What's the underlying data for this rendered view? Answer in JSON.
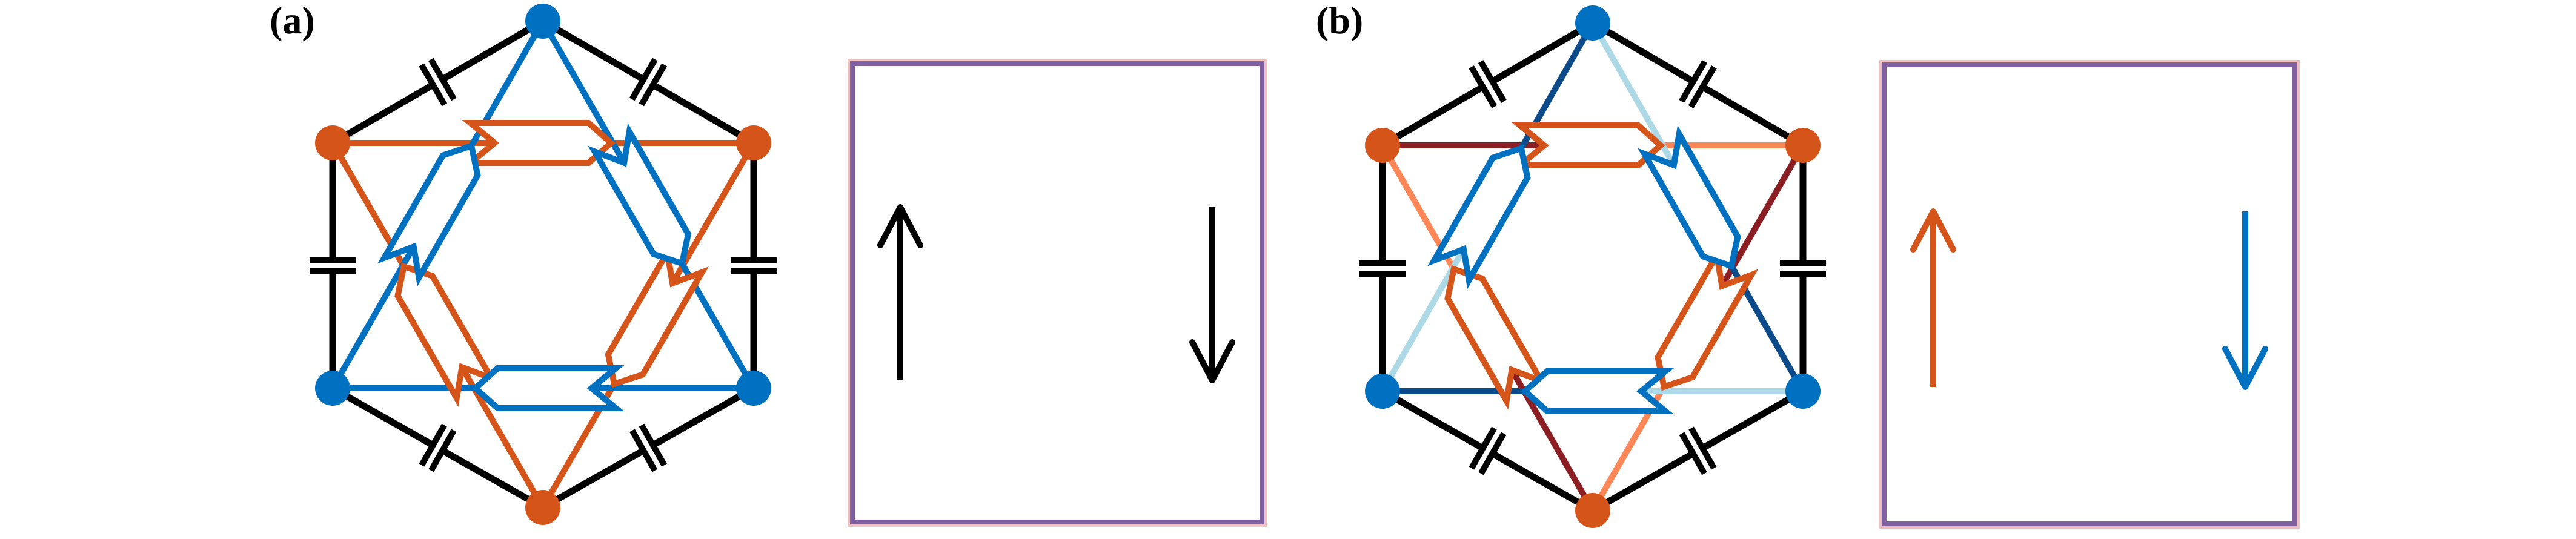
{
  "colors": {
    "orange": "#D5541A",
    "blue": "#0070C0",
    "black": "#000000",
    "dark_red": "#8B1E22",
    "light_orange": "#FF8657",
    "dark_blue": "#0D4A8A",
    "light_blue": "#ADD8E6",
    "box_border": "#8060A0",
    "box_glow": "#F0C0C0"
  },
  "panels": [
    {
      "id": "a",
      "label": "(a)",
      "lattice": {
        "nodes": [
          {
            "name": "top",
            "color": "blue"
          },
          {
            "name": "upper-right",
            "color": "orange"
          },
          {
            "name": "lower-right",
            "color": "blue"
          },
          {
            "name": "bottom",
            "color": "orange"
          },
          {
            "name": "lower-left",
            "color": "blue"
          },
          {
            "name": "upper-left",
            "color": "orange"
          }
        ],
        "hexagon_edges": "capacitor",
        "triangle_orange": {
          "edges": [
            {
              "from": "upper-left",
              "to": "upper-right",
              "color": "orange",
              "color_from": "orange",
              "color_to": "orange"
            },
            {
              "from": "upper-right",
              "to": "bottom",
              "color": "orange",
              "color_from": "orange",
              "color_to": "orange"
            },
            {
              "from": "bottom",
              "to": "upper-left",
              "color": "orange",
              "color_from": "orange",
              "color_to": "orange"
            }
          ],
          "arrow_direction": "clockwise"
        },
        "triangle_blue": {
          "edges": [
            {
              "from": "lower-right",
              "to": "lower-left",
              "color": "blue",
              "color_from": "blue",
              "color_to": "blue"
            },
            {
              "from": "lower-left",
              "to": "top",
              "color": "blue",
              "color_from": "blue",
              "color_to": "blue"
            },
            {
              "from": "top",
              "to": "lower-right",
              "color": "blue",
              "color_from": "blue",
              "color_to": "blue"
            }
          ],
          "arrow_direction": "counterclockwise"
        }
      },
      "edge_modes": [
        {
          "direction": "up",
          "color": "black"
        },
        {
          "direction": "down",
          "color": "black"
        }
      ]
    },
    {
      "id": "b",
      "label": "(b)",
      "lattice": {
        "nodes": [
          {
            "name": "top",
            "color": "blue"
          },
          {
            "name": "upper-right",
            "color": "orange"
          },
          {
            "name": "lower-right",
            "color": "blue"
          },
          {
            "name": "bottom",
            "color": "orange"
          },
          {
            "name": "lower-left",
            "color": "blue"
          },
          {
            "name": "upper-left",
            "color": "orange"
          }
        ],
        "hexagon_edges": "capacitor",
        "triangle_orange": {
          "edges": [
            {
              "from": "upper-left",
              "to": "upper-right",
              "color_from": "dark_red",
              "color_to": "light_orange"
            },
            {
              "from": "upper-right",
              "to": "bottom",
              "color_from": "dark_red",
              "color_to": "light_orange"
            },
            {
              "from": "bottom",
              "to": "upper-left",
              "color_from": "dark_red",
              "color_to": "light_orange"
            }
          ],
          "arrow_direction": "clockwise"
        },
        "triangle_blue": {
          "edges": [
            {
              "from": "lower-right",
              "to": "lower-left",
              "color_from": "light_blue",
              "color_to": "dark_blue"
            },
            {
              "from": "lower-left",
              "to": "top",
              "color_from": "light_blue",
              "color_to": "dark_blue"
            },
            {
              "from": "top",
              "to": "lower-right",
              "color_from": "light_blue",
              "color_to": "dark_blue"
            }
          ],
          "arrow_direction": "counterclockwise"
        }
      },
      "edge_modes": [
        {
          "direction": "up",
          "color": "orange"
        },
        {
          "direction": "down",
          "color": "blue"
        }
      ]
    }
  ]
}
